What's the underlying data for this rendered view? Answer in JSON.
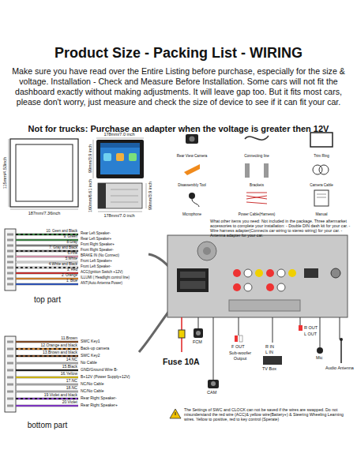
{
  "diagram": {
    "title": "Product Size - Packing List - WIRING",
    "nodes": [
      {
        "text": [
          "Rear View Camera"
        ]
      },
      {
        "text": [
          "Connecting line"
        ]
      },
      {
        "text": [
          "Trim Ring"
        ]
      },
      {
        "text": [
          "Disassembly Tool"
        ]
      },
      {
        "text": [
          "Brackets"
        ]
      },
      {
        "text": [
          "Camera Cable"
        ]
      },
      {
        "text": [
          "Microphone"
        ]
      },
      {
        "text": [
          "Power Cable(Harness)"
        ]
      },
      {
        "text": [
          "Manual"
        ]
      }
    ],
    "labels": [
      "Make sure you have read over the Entire Listing before purchase, especially for the size & voltage. Installation - Check and Measure Before Installation. Some cars will not fit the dashboard exactly without making adjustments. It will leave gap too. But it fits most cars, please don't worry, just measure and check the size of device to see if it can fit your car.",
      "Not for trucks: Purchase an adapter when the voltage is greater then 12V",
      "115mm/4.53inch",
      "187mm/7.36inch",
      "178mm/7.0 inch",
      "99mm/3.9 inch",
      "160mm/6.61 inch",
      "178mm/7.0 inch",
      "99mm/3.9 inch",
      "10. Geen and Black",
      "Rear Left Speaker-",
      "9. Green",
      "Rear Left Speaker+",
      "8.Gray",
      "Front Right Speaker+",
      "7. Gray and Black",
      "Front Right Speaker-",
      "6.Pink",
      "BRAKE IN (No Connect)",
      "5.White",
      "Front Left Speaker+",
      "4.White and Black",
      "Front Left Speaker-",
      "3. Red",
      "ACC(Ignition Switch +12V)",
      "2. Orange",
      "ILLUMI ( Headlight control line)",
      "1. Blue",
      "ANT(Auto Antenna Power)",
      "top part",
      "11.Brown",
      "SWC Key1",
      "12.Orange and black",
      "Back-up camera",
      "13.Brown and black",
      "SWC Key2",
      "14.NC",
      "No Cable",
      "15.Black",
      "GND/Ground Wire B-",
      "16.Yellow",
      "B+12V (Power Supply+12V)",
      "17.NC",
      "NC/No Cable",
      "18.NC",
      "NC/No Cable",
      "19.Violet and black",
      "Rear Right Speaker-",
      "20.Violet",
      "Rear Right Speaker+",
      "bottom part",
      "What other items you need: Not included in the package. Three aftermarket accessories to complete your installation: - Double DIN dash kit for your car. - Wire harness adapter(Connects car wiring to stereo wiring) for your car. - Antenna adapter for your car.",
      "FCM",
      "R OUT",
      "L OUT",
      "F OUT",
      "Sub-woofer Output",
      "L IN",
      "R IN",
      "TV Box",
      "CAM",
      "Mic",
      "Audio Antenna",
      "Fuse 10A",
      "The Settings of SWC and CLOCK can not be saved if the wires are swapped. Do not misunderstand the red wire (ACC)& yellow wire(Battery+) & Steering Wheeling Learning wires. Yellow to positive, red to key control (Sperate)"
    ]
  }
}
